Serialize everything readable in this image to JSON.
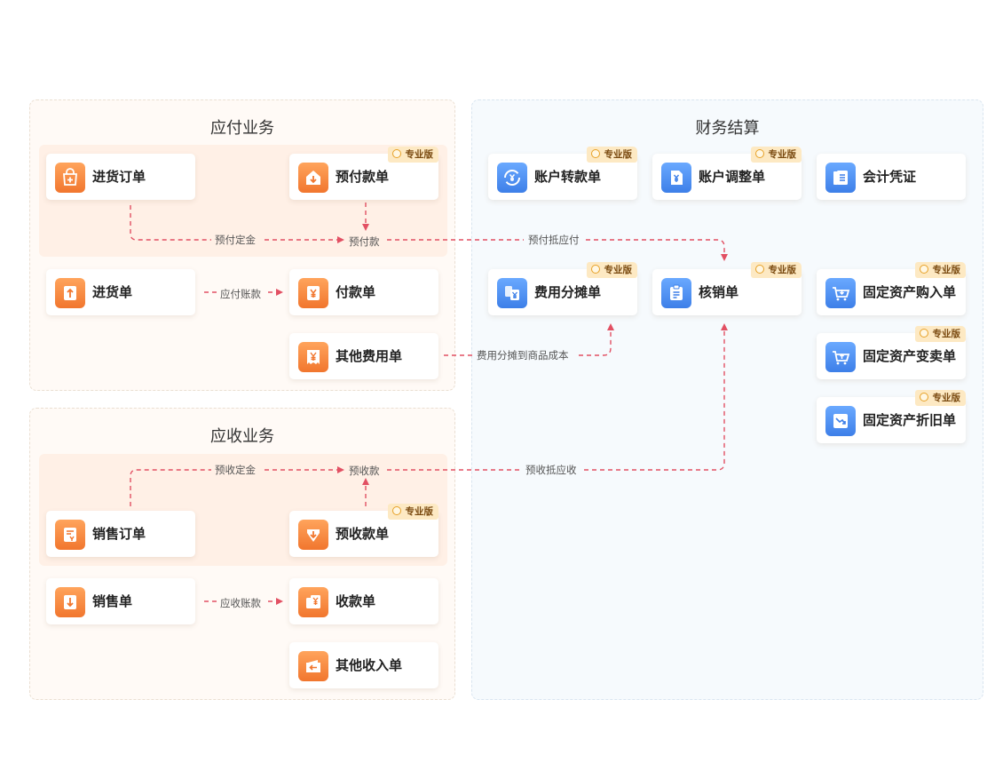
{
  "badge_text": "专业版",
  "colors": {
    "orange": "#f1762e",
    "blue": "#3d7fe8",
    "arrow": "#e25063",
    "badge_bg": "#fde9c3"
  },
  "sections": {
    "payable": {
      "title": "应付业务"
    },
    "receivable": {
      "title": "应收业务"
    },
    "finance": {
      "title": "财务结算"
    }
  },
  "cards": {
    "purchase_order": {
      "label": "进货订单",
      "icon": "bag-plus-icon"
    },
    "prepayment": {
      "label": "预付款单",
      "icon": "house-arrow-icon"
    },
    "purchase": {
      "label": "进货单",
      "icon": "arrow-up-icon"
    },
    "payment": {
      "label": "付款单",
      "icon": "yen-icon"
    },
    "other_expense": {
      "label": "其他费用单",
      "icon": "receipt-icon"
    },
    "sales_order": {
      "label": "销售订单",
      "icon": "document-icon"
    },
    "advance_receipt": {
      "label": "预收款单",
      "icon": "arrow-down-icon"
    },
    "sales": {
      "label": "销售单",
      "icon": "arrow-down-icon"
    },
    "receipt": {
      "label": "收款单",
      "icon": "wallet-yen-icon"
    },
    "other_income": {
      "label": "其他收入单",
      "icon": "wallet-arrow-icon"
    },
    "account_transfer": {
      "label": "账户转款单",
      "icon": "refresh-yen-icon"
    },
    "account_adjust": {
      "label": "账户调整单",
      "icon": "file-yen-icon"
    },
    "voucher": {
      "label": "会计凭证",
      "icon": "ledger-icon"
    },
    "expense_alloc": {
      "label": "费用分摊单",
      "icon": "split-yen-icon"
    },
    "writeoff": {
      "label": "核销单",
      "icon": "clipboard-icon"
    },
    "asset_purchase": {
      "label": "固定资产购入单",
      "icon": "cart-down-icon"
    },
    "asset_sale": {
      "label": "固定资产变卖单",
      "icon": "cart-up-icon"
    },
    "asset_depreciation": {
      "label": "固定资产折旧单",
      "icon": "trend-down-icon"
    }
  },
  "flows": {
    "deposit_pay": "预付定金",
    "prepaid": "预付款",
    "prepaid_offset": "预付抵应付",
    "payable_account": "应付账款",
    "expense_to_cost": "费用分摊到商品成本",
    "deposit_receive": "预收定金",
    "advance": "预收款",
    "advance_offset": "预收抵应收",
    "receivable_account": "应收账款"
  }
}
